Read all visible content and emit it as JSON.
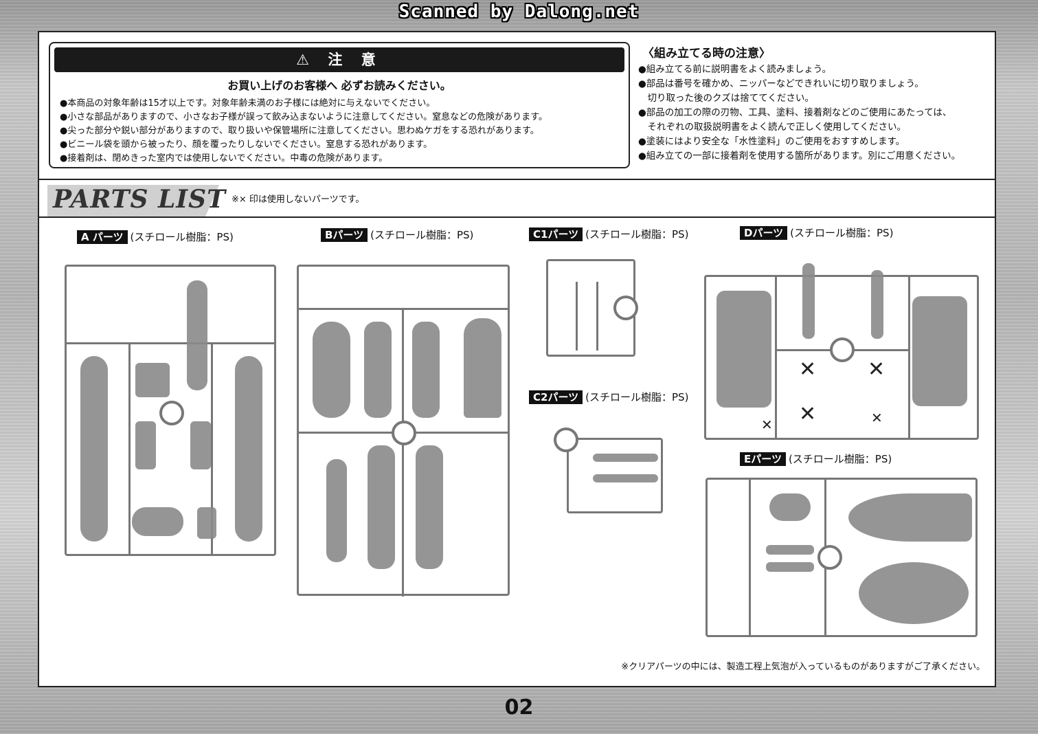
{
  "scan_banner": "Scanned by Dalong.net",
  "caution": {
    "title": "⚠ 注 意",
    "subtitle": "お買い上げのお客様へ 必ずお読みください。",
    "items": [
      "●本商品の対象年齢は15才以上です。対象年齢未満のお子様には絶対に与えないでください。",
      "●小さな部品がありますので、小さなお子様が誤って飲み込まないように注意してください。窒息などの危険があります。",
      "●尖った部分や鋭い部分がありますので、取り扱いや保管場所に注意してください。思わぬケガをする恐れがあります。",
      "●ビニール袋を頭から被ったり、顔を覆ったりしないでください。窒息する恐れがあります。",
      "●接着剤は、閉めきった室内では使用しないでください。中毒の危険があります。"
    ]
  },
  "assembly_notes": {
    "title": "〈組み立てる時の注意〉",
    "items": [
      "●組み立てる前に説明書をよく読みましょう。",
      "●部品は番号を確かめ、ニッパーなどできれいに切り取りましょう。",
      "　切り取った後のクズは捨ててください。",
      "●部品の加工の際の刃物、工具、塗料、接着剤などのご使用にあたっては、",
      "　それぞれの取扱説明書をよく読んで正しく使用してください。",
      "●塗装にはより安全な「水性塗料」のご使用をおすすめします。",
      "●組み立ての一部に接着剤を使用する箇所があります。別にご用意ください。"
    ]
  },
  "parts_list": {
    "title": "PARTS LIST",
    "note": "※× 印は使用しないパーツです。",
    "sections": {
      "a": {
        "tag": "A パーツ",
        "material": "(スチロール樹脂：PS)"
      },
      "b": {
        "tag": "Bパーツ",
        "material": "(スチロール樹脂：PS)"
      },
      "c1": {
        "tag": "C1パーツ",
        "material": "(スチロール樹脂：PS)"
      },
      "c2": {
        "tag": "C2パーツ",
        "material": "(スチロール樹脂：PS)"
      },
      "d": {
        "tag": "Dパーツ",
        "material": "(スチロール樹脂：PS)"
      },
      "e": {
        "tag": "Eパーツ",
        "material": "(スチロール樹脂：PS)"
      }
    },
    "clear_parts_note": "※クリアパーツの中には、製造工程上気泡が入っているものがありますがご了承ください。"
  },
  "page_number": "02"
}
